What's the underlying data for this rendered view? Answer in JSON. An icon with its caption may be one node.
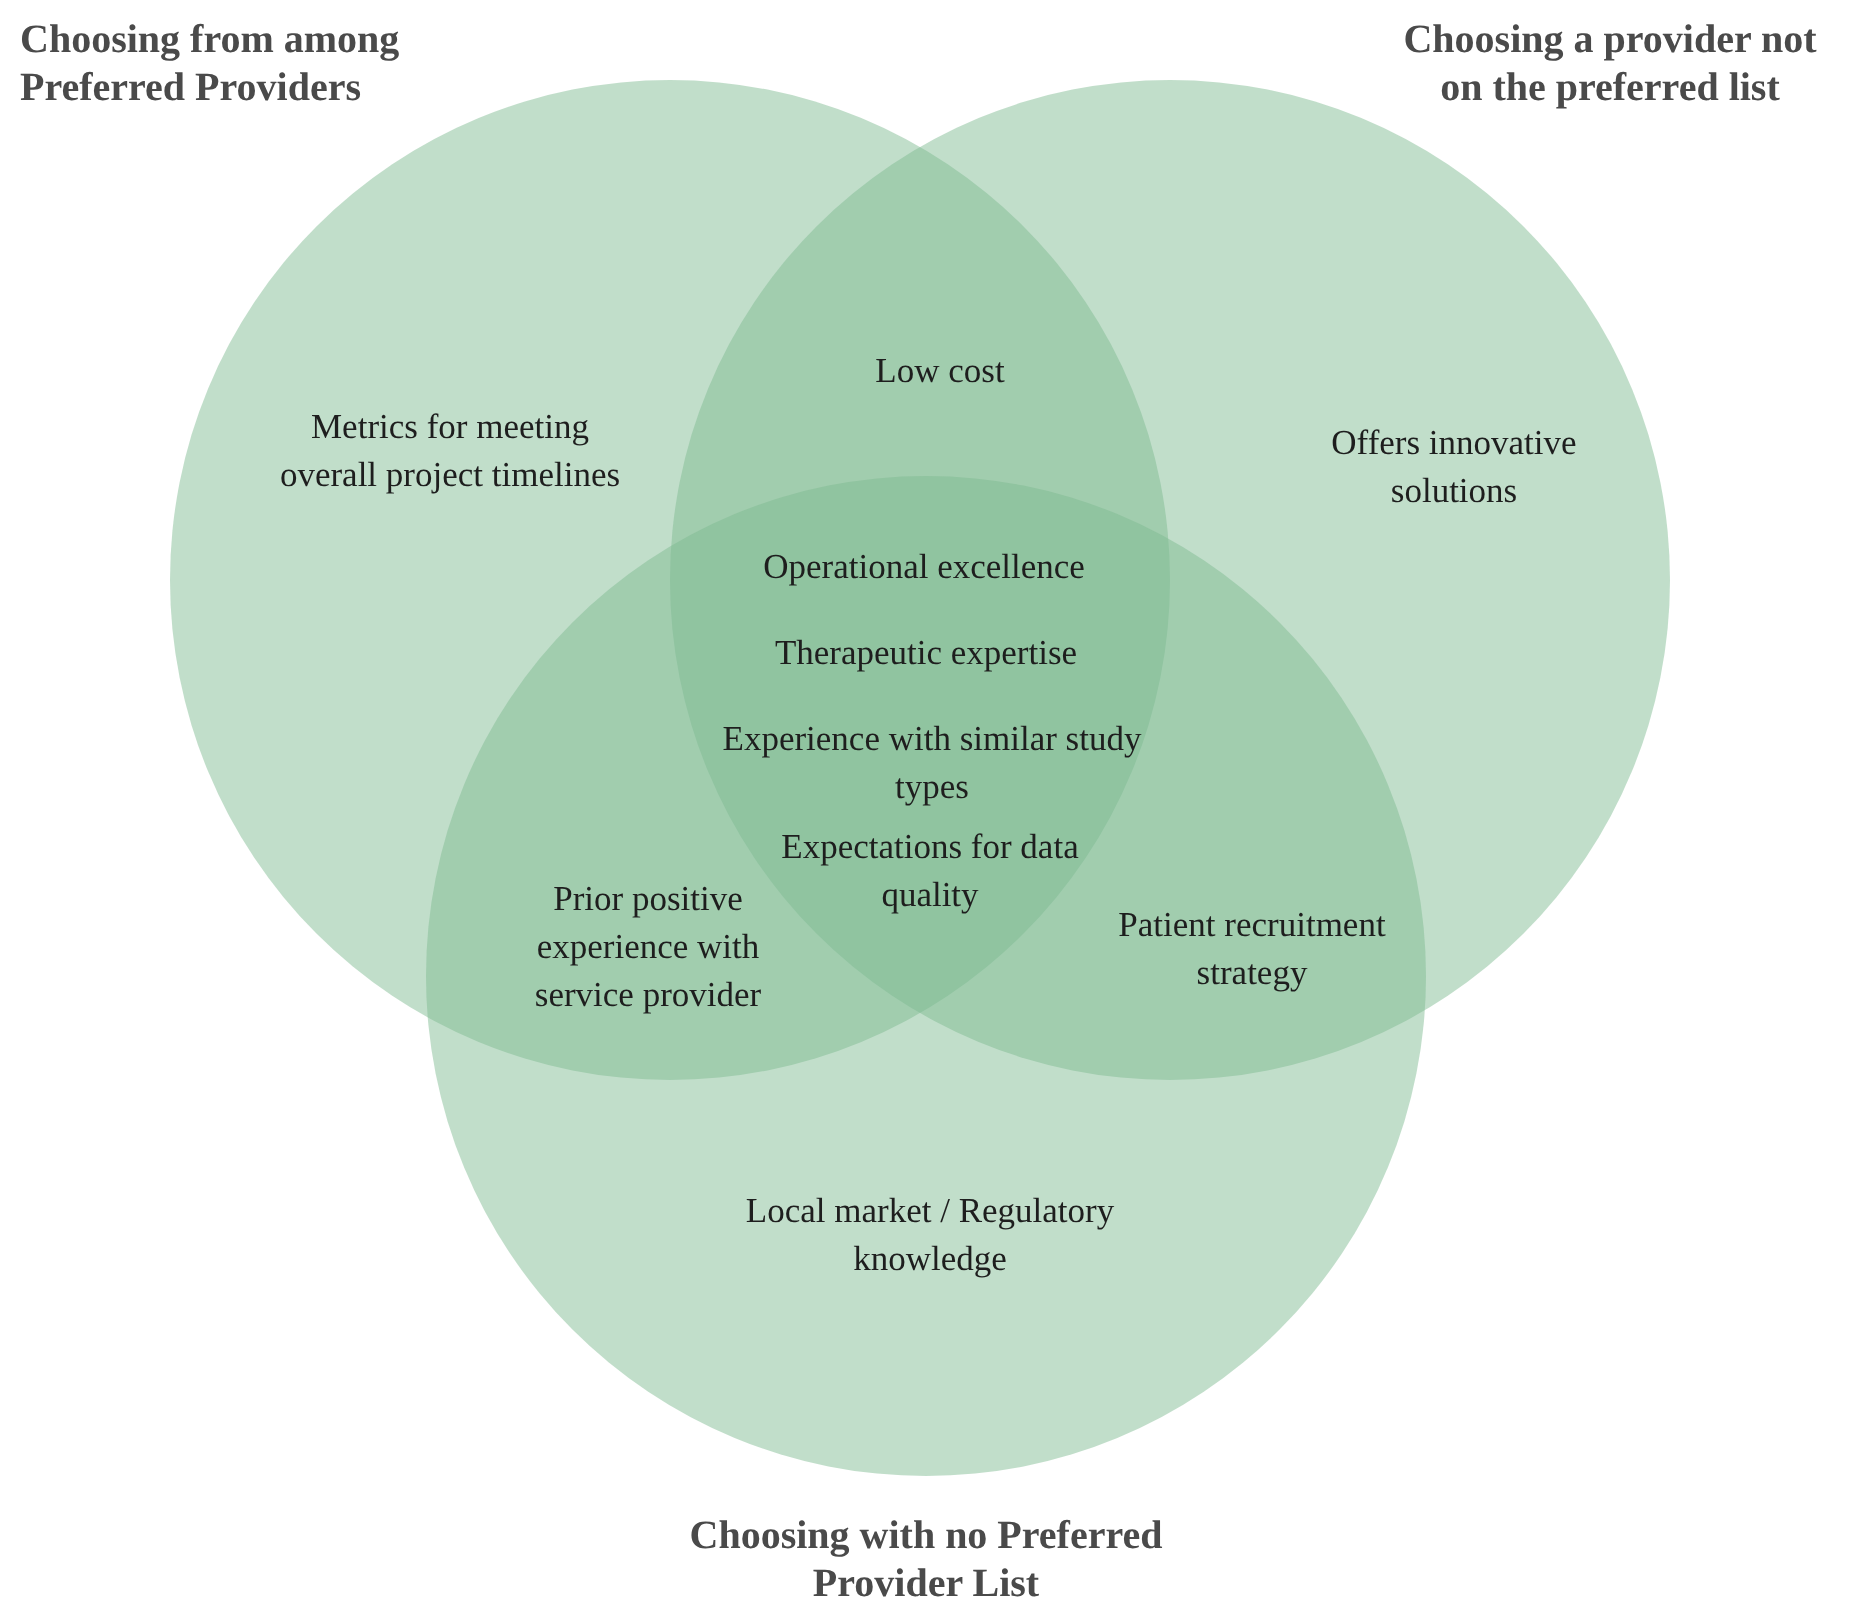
{
  "diagram": {
    "nodes": [
      {
        "text": [
          "Choosing from among Preferred Providers"
        ]
      },
      {
        "text": [
          "Choosing a provider not on the preferred list"
        ]
      },
      {
        "text": [
          "Choosing with no Preferred Provider List"
        ]
      }
    ],
    "labels": [
      "Low cost",
      "Metrics for meeting overall project timelines",
      "Offers innovative solutions",
      "Operational excellence",
      "Therapeutic expertise",
      "Experience with similar study types",
      "Expectations for data quality",
      "Prior positive experience with service provider",
      "Patient recruitment strategy",
      "Local market / Regulatory knowledge"
    ]
  }
}
